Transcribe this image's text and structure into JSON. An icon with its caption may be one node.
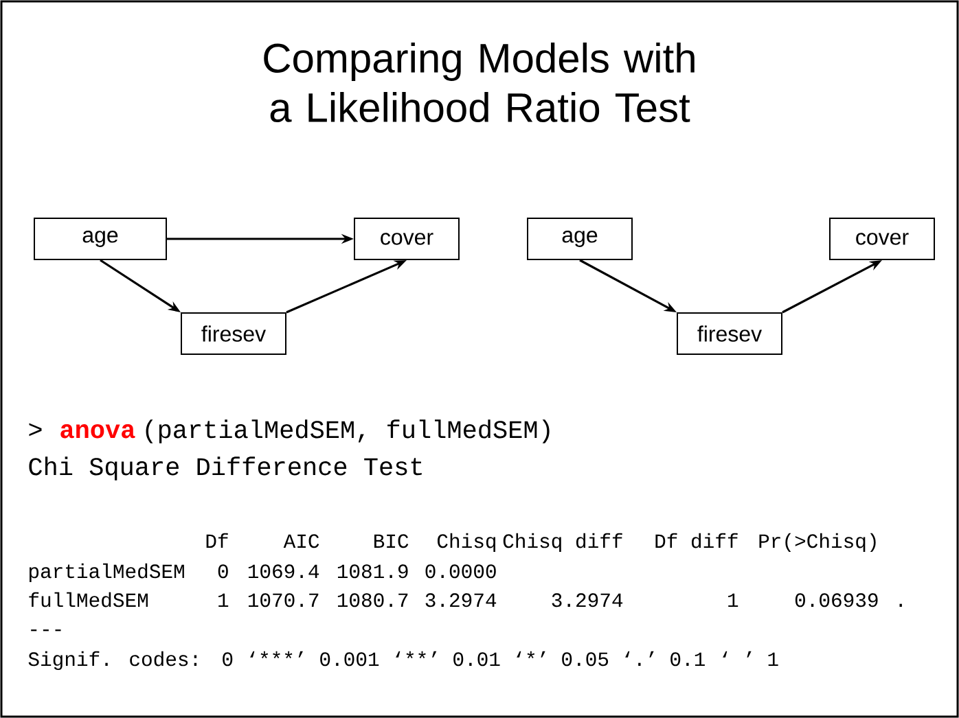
{
  "diagram": {
    "title": "Comparing Models with a Likelihood Ratio Test",
    "nodes": [
      {
        "text": [
          "age"
        ]
      },
      {
        "text": [
          "cover"
        ]
      },
      {
        "text": [
          "firesev"
        ]
      },
      {
        "text": [
          "age"
        ]
      },
      {
        "text": [
          "cover"
        ]
      },
      {
        "text": [
          "firesev"
        ]
      }
    ],
    "edges": [
      {
        "from": 0,
        "to": 1,
        "arrow": "to"
      },
      {
        "from": 0,
        "to": 2,
        "arrow": "to"
      },
      {
        "from": 2,
        "to": 1,
        "arrow": "to"
      },
      {
        "from": 3,
        "to": 5,
        "arrow": "to"
      },
      {
        "from": 5,
        "to": 4,
        "arrow": "to"
      }
    ],
    "labels": [
      ">",
      "anova",
      "(partialMedSEM, fullMedSEM)",
      "Chi Square Difference Test",
      "Df",
      "AIC",
      "BIC",
      "Chisq",
      "Chisq diff",
      "Df diff",
      "Pr(>Chisq)",
      "partialMedSEM",
      "0",
      "1069.4",
      "1081.9",
      "0.0000",
      "fullMedSEM",
      "1",
      "1070.7",
      "1080.7",
      "3.2974",
      "3.2974",
      "1",
      "0.06939",
      ".",
      "---",
      "Signif. codes:",
      "0",
      "‘***’",
      "0.001",
      "‘**’",
      "0.01",
      "‘*’",
      "0.05",
      "‘.’",
      "0.1",
      "‘ ’",
      "1"
    ]
  }
}
